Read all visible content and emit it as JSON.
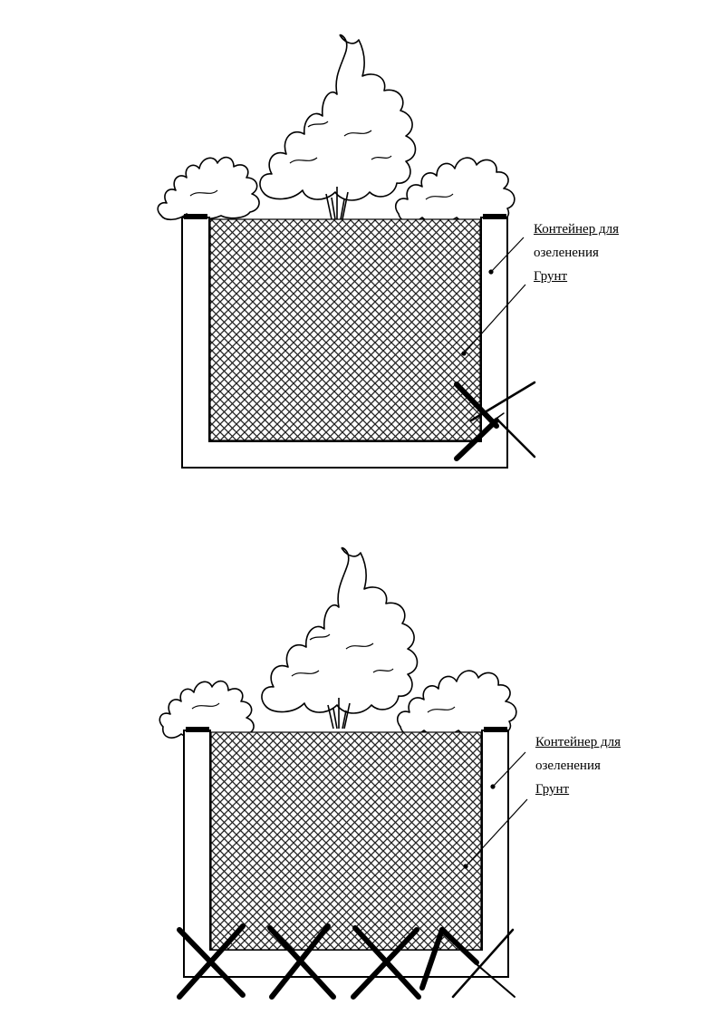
{
  "figures": [
    {
      "id": "top",
      "labels": {
        "container_line1": "Контейнер для",
        "container_line2": "озеленения",
        "soil": "Грунт"
      }
    },
    {
      "id": "bottom",
      "labels": {
        "container_line1": "Контейнер для",
        "container_line2": "озеленения",
        "soil": "Грунт"
      }
    }
  ],
  "colors": {
    "ink": "#000000",
    "paper": "#ffffff",
    "hatch": "#333333"
  }
}
